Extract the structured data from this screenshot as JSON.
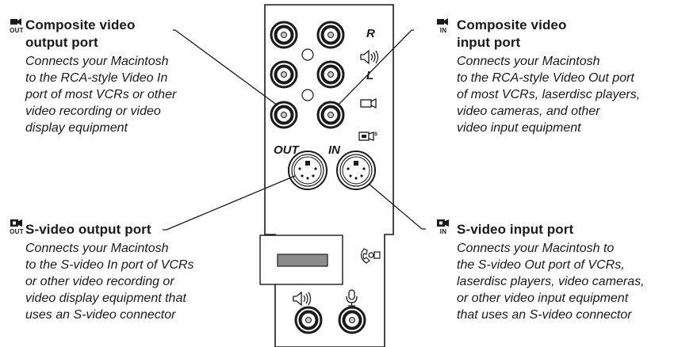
{
  "callouts": {
    "composite_out": {
      "badge": "OUT",
      "title": [
        "Composite video",
        "output port"
      ],
      "desc": [
        "Connects your Macintosh",
        "to the RCA-style Video In",
        "port of most VCRs or other",
        "video recording or video",
        "display equipment"
      ]
    },
    "composite_in": {
      "badge": "IN",
      "title": [
        "Composite video",
        "input port"
      ],
      "desc": [
        "Connects your Macintosh",
        "to the RCA-style Video Out port",
        "of most VCRs, laserdisc players,",
        "video cameras, and other",
        "video input equipment"
      ]
    },
    "svideo_out": {
      "badge": "OUT",
      "title": [
        "S-video output port"
      ],
      "desc": [
        "Connects your Macintosh",
        "to the S-video In port of VCRs",
        "or other video recording or",
        "video display equipment that",
        "uses an S-video connector"
      ]
    },
    "svideo_in": {
      "badge": "IN",
      "title": [
        "S-video input port"
      ],
      "desc": [
        "Connects your Macintosh to",
        "the S-video Out port of VCRs,",
        "laserdisc players, video cameras,",
        "or other video input equipment",
        "that uses an S-video connector"
      ]
    }
  },
  "panel": {
    "label_r": "R",
    "label_l": "L",
    "label_out": "OUT",
    "label_in": "IN"
  },
  "icons": {
    "badge_icon": "video-camera-icon",
    "panel_icons": [
      "speaker-icon",
      "video-camera-icon",
      "svideo-icon",
      "phone-jack-icon",
      "speaker-icon",
      "microphone-icon"
    ]
  },
  "colors": {
    "ink": "#1a1a1a",
    "slot_fill": "#8c8c8c",
    "jack_center": "#c9c9c9"
  }
}
